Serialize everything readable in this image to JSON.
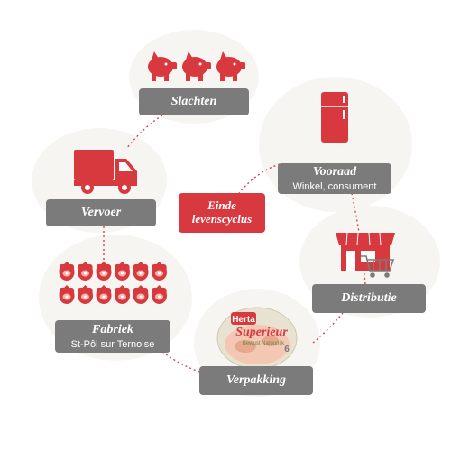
{
  "colors": {
    "accent": "#d8393f",
    "label_bg": "#7b7b7b",
    "label_text": "#ffffff",
    "blob": "#f6f5f2",
    "connector": "#d8393f"
  },
  "icons": [
    "pig-icon",
    "fridge-icon",
    "truck-icon",
    "shop-icon",
    "cart-icon",
    "ham-icon",
    "ham-package-icon"
  ],
  "stages": {
    "slachten": {
      "title": "Slachten"
    },
    "vervoer": {
      "title": "Vervoer"
    },
    "voorraad": {
      "title": "Vooraad",
      "subtitle": "Winkel, consument"
    },
    "einde": {
      "line1": "Einde",
      "line2": "levenscyclus"
    },
    "distributie": {
      "title": "Distributie"
    },
    "fabriek": {
      "title": "Fabriek",
      "subtitle": "St-Pôl sur Ternoise"
    },
    "verpakking": {
      "title": "Verpakking"
    }
  },
  "package": {
    "brand": "Herta",
    "product": "Superieur",
    "tagline": "Bewust Natuurlijk",
    "count": "6"
  }
}
